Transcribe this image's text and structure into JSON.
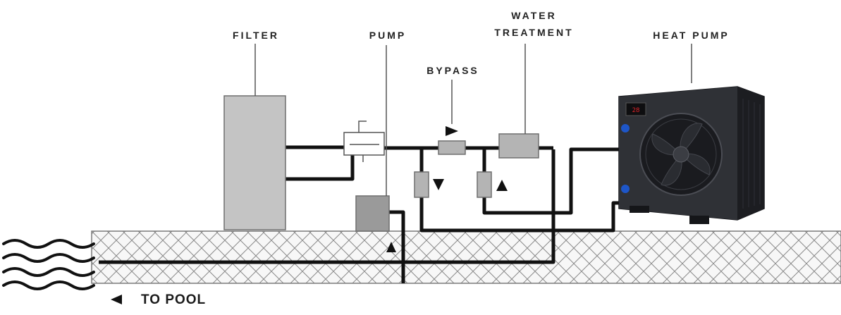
{
  "labels": {
    "filter": "FILTER",
    "pump": "PUMP",
    "bypass": "BYPASS",
    "water_treatment_line1": "WATER",
    "water_treatment_line2": "TREATMENT",
    "heat_pump": "HEAT PUMP",
    "to_pool": "TO POOL"
  },
  "display": {
    "heat_pump_readout": "28"
  },
  "colors": {
    "pipe": "#111111",
    "component_fill": "#b8b8b8",
    "component_stroke": "#6f6f6f",
    "ground_hatch": "#8a8a8a",
    "heat_pump_body": "#2b2d31",
    "display_red": "#e0242a",
    "connector_blue": "#1e56c8"
  },
  "icons": [
    "water-waves-icon",
    "fan-icon",
    "flow-arrow-icon"
  ]
}
